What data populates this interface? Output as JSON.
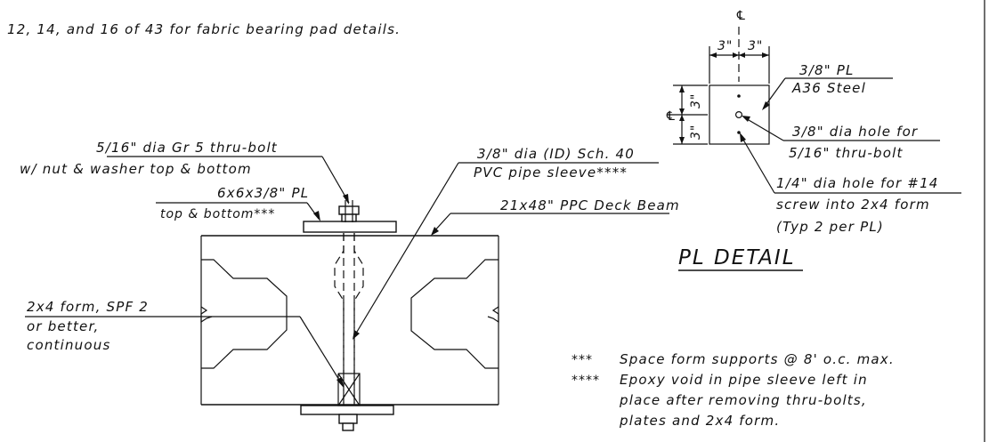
{
  "top_note": "12, 14, and 16 of 43 for fabric bearing pad details.",
  "callouts": {
    "bolt_line1": "5/16\" dia Gr 5 thru-bolt",
    "bolt_line2": "w/ nut & washer top & bottom",
    "plate_line1": "6x6x3/8\" PL",
    "plate_line2": "top & bottom***",
    "sleeve_line1": "3/8\" dia (ID) Sch. 40",
    "sleeve_line2": "PVC pipe sleeve****",
    "beam": "21x48\" PPC Deck Beam",
    "form_line1": "2x4 form, SPF 2",
    "form_line2": "or better,",
    "form_line3": "continuous"
  },
  "plate_detail": {
    "title": "PL DETAIL",
    "centerline_symbol": "℄",
    "dim_left": "3\"",
    "dim_right": "3\"",
    "dim_top": "3\"",
    "dim_bottom": "3\"",
    "material_line1": "3/8\" PL",
    "material_line2": "A36 Steel",
    "hole_line1": "3/8\" dia hole for",
    "hole_line2": "5/16\" thru-bolt",
    "screw_line1": "1/4\" dia hole for #14",
    "screw_line2": "screw into 2x4 form",
    "screw_line3": "(Typ 2 per PL)"
  },
  "notes": [
    {
      "mark": "***",
      "lines": [
        "Space form supports @ 8' o.c. max."
      ]
    },
    {
      "mark": "****",
      "lines": [
        "Epoxy void in pipe sleeve left in",
        "place after removing thru-bolts,",
        "plates and 2x4 form."
      ]
    }
  ]
}
